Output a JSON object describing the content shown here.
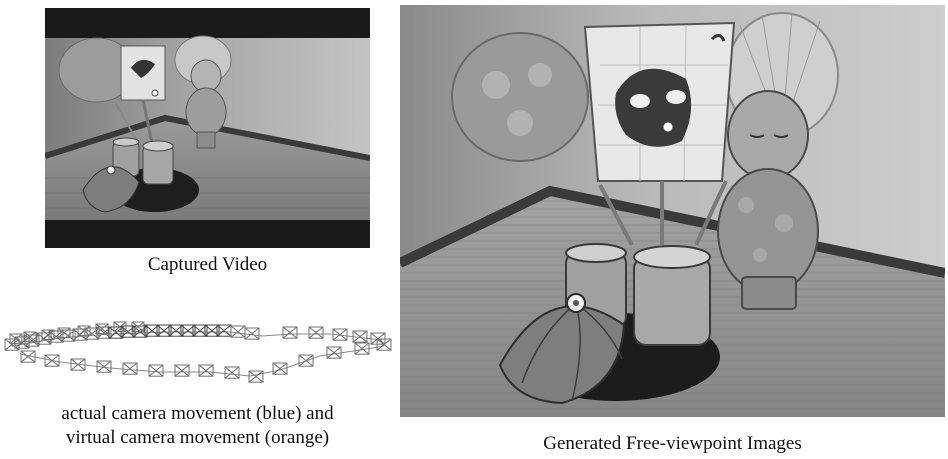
{
  "captions": {
    "captured_video": "Captured Video",
    "camera_path_line1": "actual camera movement (blue) and",
    "camera_path_line2": "virtual camera movement (orange)",
    "free_viewpoint": "Generated Free-viewpoint Images"
  },
  "colors": {
    "letterbox": "#1a1a1a",
    "photo_wall": "#b8b8b8",
    "photo_mat": "#8a8a8a",
    "camera_frame": "#6f6f6f",
    "camera_frame_highlight": "#444444"
  }
}
